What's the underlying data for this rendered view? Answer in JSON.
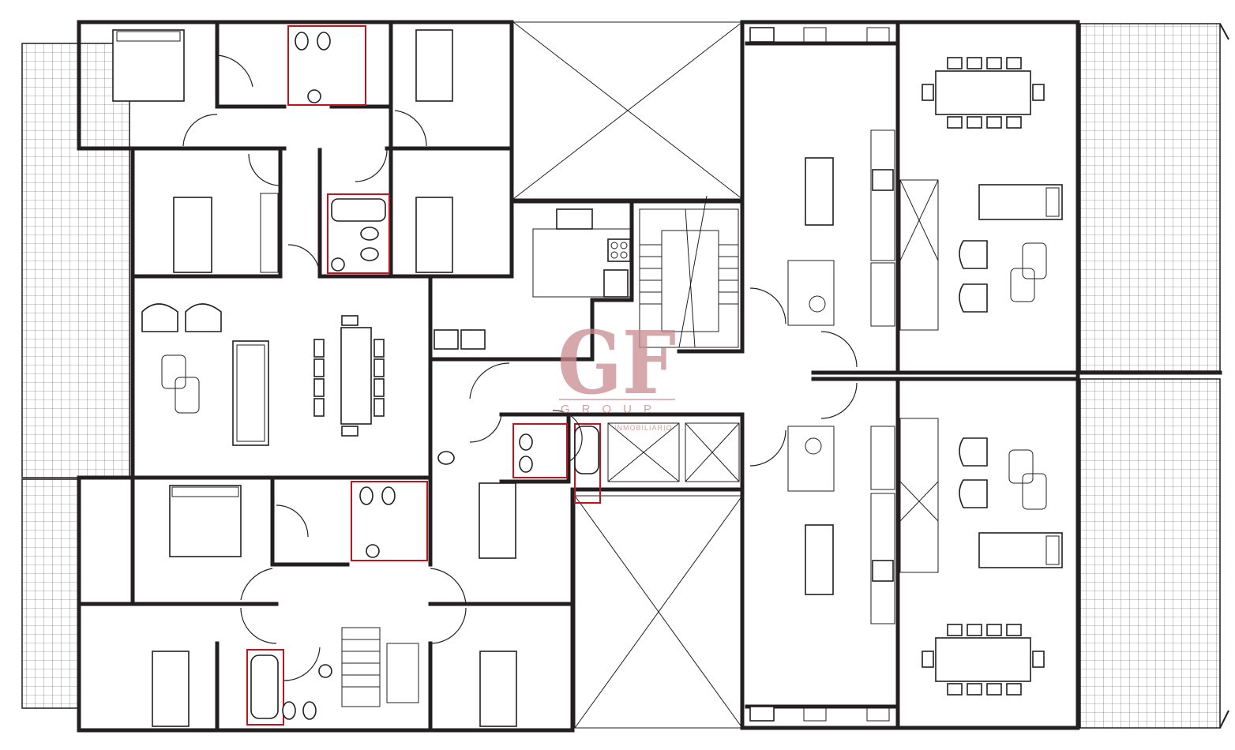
{
  "watermark": {
    "logo_letters": "GF",
    "brand": "GROUP",
    "tagline": "INMOBILIARIO",
    "color": "#c98a8f"
  },
  "colors": {
    "wall": "#231f20",
    "wet_area_outline": "#c1121f",
    "background": "#ffffff"
  }
}
